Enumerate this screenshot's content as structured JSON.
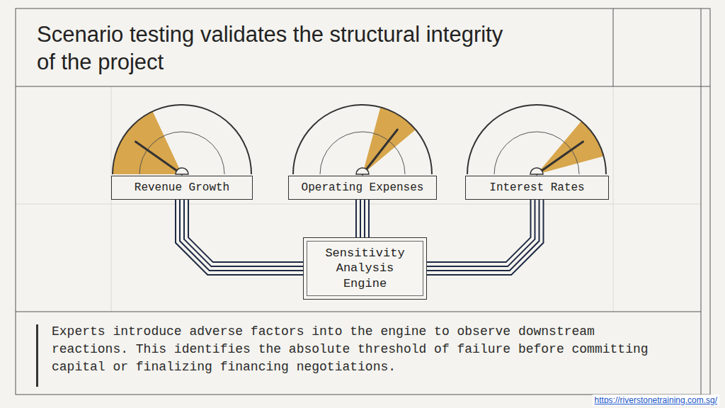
{
  "diagram": {
    "title": "Scenario testing validates the structural integrity of the project",
    "caption": "Experts introduce adverse factors into the engine to observe downstream reactions. This identifies the absolute threshold of failure before committing capital or finalizing financing negotiations.",
    "nodes": [
      {
        "text": [
          "Revenue Growth"
        ]
      },
      {
        "text": [
          "Operating Expenses"
        ]
      },
      {
        "text": [
          "Interest Rates"
        ]
      },
      {
        "text": [
          "Sensitivity Analysis Engine"
        ]
      }
    ],
    "edges": [
      {
        "from": 0,
        "to": 3,
        "arrow": "none"
      },
      {
        "from": 1,
        "to": 3,
        "arrow": "none"
      },
      {
        "from": 2,
        "to": 3,
        "arrow": "none"
      }
    ],
    "labels": [
      "https://riverstonetraining.com.sg/"
    ]
  }
}
